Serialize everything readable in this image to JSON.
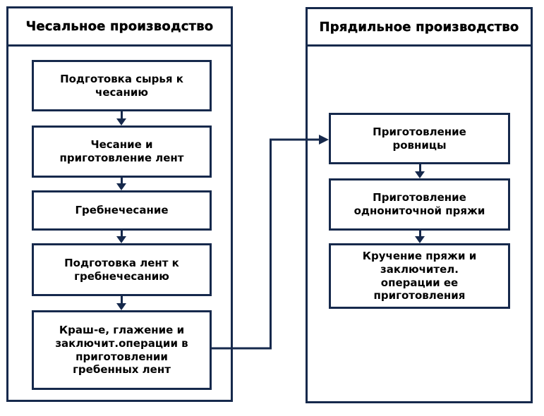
{
  "diagram": {
    "type": "flowchart",
    "line_color": "#16294c",
    "text_color": "#000000",
    "box_background": "#ffffff",
    "sections": [
      {
        "title": "Чесальное производство",
        "boxes": [
          {
            "label": "Подготовка сырья к чесанию"
          },
          {
            "label": "Чесание и приготовление лент"
          },
          {
            "label": "Гребнечесание"
          },
          {
            "label": "Подготовка лент к гребнечесанию"
          },
          {
            "label": "Краш-е, глажение и заключит.операции в приготовлении гребенных лент"
          }
        ]
      },
      {
        "title": "Прядильное производство",
        "boxes": [
          {
            "label": "Приготовление ровницы"
          },
          {
            "label": "Приготовление однониточной пряжи"
          },
          {
            "label": "Кручение пряжи и заключител. операции ее приготовления"
          }
        ]
      }
    ],
    "edges": [
      {
        "from": "Подготовка сырья к чесанию",
        "to": "Чесание и приготовление лент"
      },
      {
        "from": "Чесание и приготовление лент",
        "to": "Гребнечесание"
      },
      {
        "from": "Гребнечесание",
        "to": "Подготовка лент к гребнечесанию"
      },
      {
        "from": "Подготовка лент к гребнечесанию",
        "to": "Краш-е, глажение и заключит.операции в приготовлении гребенных лент"
      },
      {
        "from": "Краш-е, глажение и заключит.операции в приготовлении гребенных лент",
        "to": "Приготовление ровницы"
      },
      {
        "from": "Приготовление ровницы",
        "to": "Приготовление однониточной пряжи"
      },
      {
        "from": "Приготовление однониточной пряжи",
        "to": "Кручение пряжи и заключител. операции ее приготовления"
      }
    ]
  }
}
